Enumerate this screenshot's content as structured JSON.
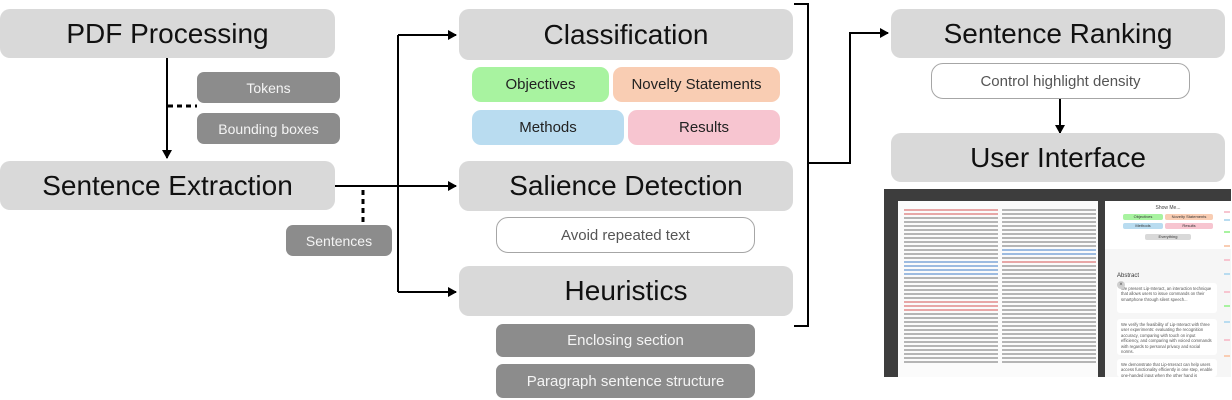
{
  "nodes": {
    "pdf_processing": "PDF Processing",
    "tokens": "Tokens",
    "bounding_boxes": "Bounding boxes",
    "sentence_extraction": "Sentence Extraction",
    "sentences": "Sentences",
    "classification": "Classification",
    "salience_detection": "Salience Detection",
    "avoid_repeated_text": "Avoid repeated text",
    "heuristics": "Heuristics",
    "enclosing_section": "Enclosing section",
    "paragraph_sentence_structure": "Paragraph sentence structure",
    "sentence_ranking": "Sentence Ranking",
    "control_highlight_density": "Control highlight density",
    "user_interface": "User Interface"
  },
  "categories": {
    "objectives": "Objectives",
    "novelty": "Novelty Statements",
    "methods": "Methods",
    "results": "Results"
  },
  "colors": {
    "objectives": "#a8f3a0",
    "novelty": "#f9cdb3",
    "methods": "#b9dcf0",
    "results": "#f7c5d0",
    "node_gray": "#d9d9d9",
    "pill_gray": "#8c8c8c",
    "line": "#000000"
  },
  "screenshot": {
    "show_me": "Show Me...",
    "objectives": "Objectives",
    "novelty": "Novelty Statements",
    "methods": "Methods",
    "results": "Results",
    "everything": "Everything",
    "abstract": "Abstract",
    "card1": "We present Lip-Interact, an interaction technique that allows users to issue commands on their smartphone through silent speech...",
    "card2": "We verify the feasibility of Lip-Interact with three user experiments: evaluating the recognition accuracy, comparing with touch on input efficiency, and comparing with voiced commands with regards to personal privacy and social norms.",
    "card3": "We demonstrate that Lip-Interact can help users access functionality efficiently in one step, enable one-handed input when the other hand is occupied, and assist touch to make interactions more fluent."
  }
}
